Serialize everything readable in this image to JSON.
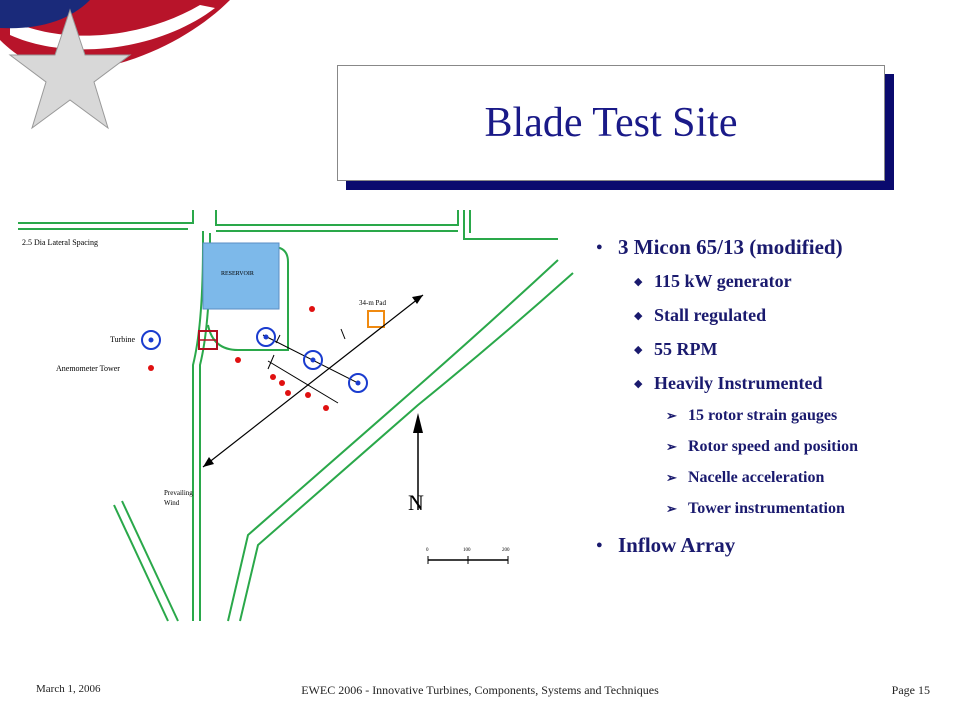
{
  "slide": {
    "title": "Blade Test Site"
  },
  "map": {
    "legend_spacing": "2.5 Dia Lateral Spacing",
    "legend_turbine": "Turbine",
    "legend_tower": "Anemometer Tower",
    "reservoir": "RESERVOIR",
    "met_label": "34-m Pad",
    "prevailing": "Prevailing",
    "wind": "Wind",
    "north": "N",
    "scale_0": "0",
    "scale_100": "100",
    "scale_200": "200"
  },
  "bullets": {
    "b1": "3 Micon 65/13 (modified)",
    "b1_sub": [
      "115 kW generator",
      "Stall regulated",
      "55 RPM",
      "Heavily Instrumented"
    ],
    "b1_subsub": [
      "15 rotor strain gauges",
      "Rotor speed and position",
      "Nacelle acceleration",
      "Tower instrumentation"
    ],
    "b2": "Inflow Array"
  },
  "footer": {
    "date": "March 1, 2006",
    "center": "EWEC 2006 - Innovative Turbines, Components, Systems and Techniques",
    "page": "Page 15"
  },
  "colors": {
    "title": "#1a1a88",
    "bullet_text": "#1a1a6e",
    "road": "#2aa84a",
    "reservoir": "#7db9ea",
    "turbine": "#1a3ccf",
    "tower": "#e01010"
  }
}
